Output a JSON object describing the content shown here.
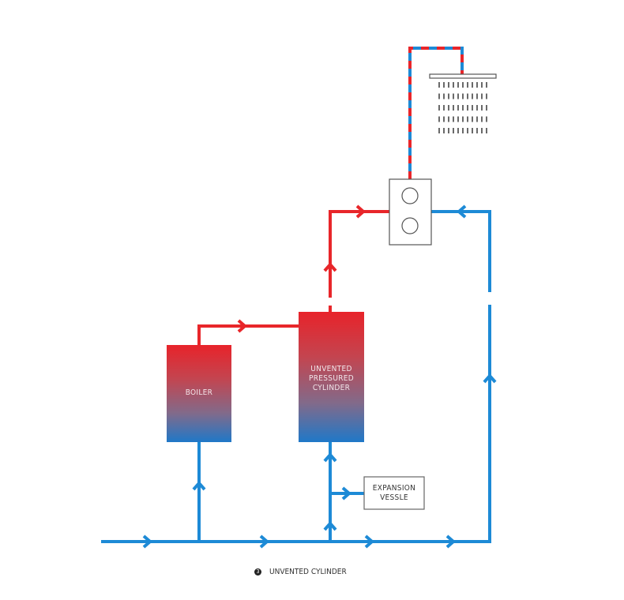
{
  "components": {
    "boiler": "BOILER",
    "cylinder_line1": "UNVENTED",
    "cylinder_line2": "PRESSURED",
    "cylinder_line3": "CYLINDER",
    "expansion_line1": "EXPANSION",
    "expansion_line2": "VESSLE"
  },
  "caption": {
    "number": "3",
    "text": "UNVENTED CYLINDER"
  },
  "colors": {
    "hot": "#e8262a",
    "cold": "#1d8ad6",
    "outline": "#555555"
  }
}
